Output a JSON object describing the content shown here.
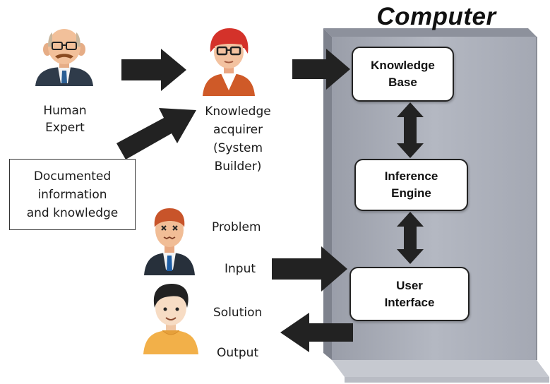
{
  "computer": {
    "title": "Computer",
    "body_color": "#a9adb8"
  },
  "boxes": {
    "knowledge_base": [
      "Knowledge",
      "Base"
    ],
    "inference_engine": [
      "Inference",
      "Engine"
    ],
    "user_interface": [
      "User",
      "Interface"
    ]
  },
  "labels": {
    "human_expert": [
      "Human",
      "Expert"
    ],
    "knowledge_acquirer": [
      "Knowledge",
      "acquirer",
      "(System",
      "Builder)"
    ],
    "documented": [
      "Documented",
      "information",
      "and knowledge"
    ],
    "problem": "Problem",
    "input": "Input",
    "solution": "Solution",
    "output": "Output"
  },
  "icons": {
    "human_expert": "bald-man-glasses-mustache-icon",
    "knowledge_acquirer": "red-haired-woman-glasses-icon",
    "problem_user": "confused-man-icon",
    "solution_user": "smiling-man-icon"
  },
  "colors": {
    "arrow": "#222222",
    "box_border": "#222222"
  }
}
